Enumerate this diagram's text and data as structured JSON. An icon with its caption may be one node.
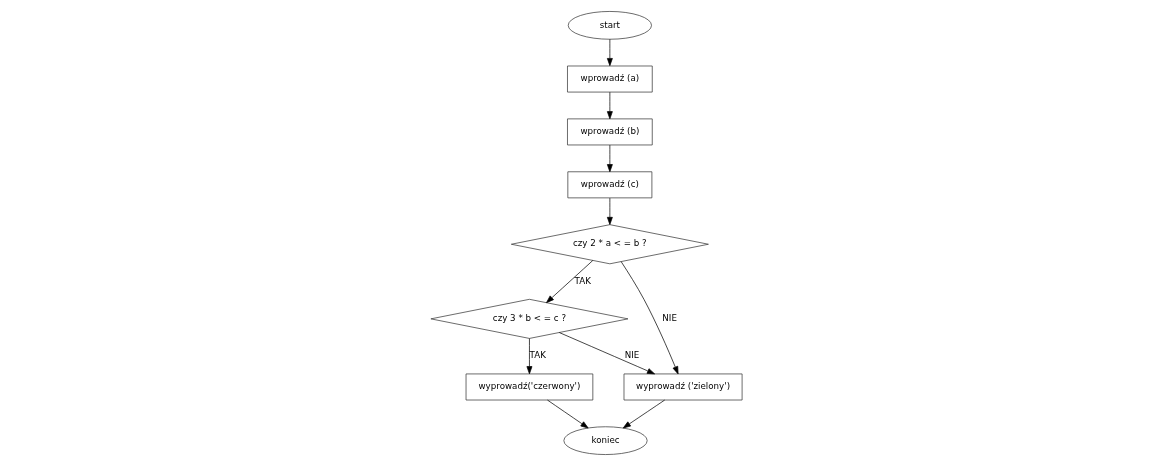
{
  "diagram": {
    "nodes": [
      {
        "text": [
          "start"
        ]
      },
      {
        "text": [
          "wprowadź (a)"
        ]
      },
      {
        "text": [
          "wprowadź (b)"
        ]
      },
      {
        "text": [
          "wprowadź (c)"
        ]
      },
      {
        "text": [
          "czy 2 * a < = b ?"
        ]
      },
      {
        "text": [
          "czy 3 * b < = c ?"
        ]
      },
      {
        "text": [
          "wyprowadź('czerwony')"
        ]
      },
      {
        "text": [
          "wyprowadź ('zielony')"
        ]
      },
      {
        "text": [
          "koniec"
        ]
      }
    ],
    "edges": [
      {
        "from": 0,
        "to": 1,
        "arrow": "to"
      },
      {
        "from": 1,
        "to": 2,
        "arrow": "to"
      },
      {
        "from": 2,
        "to": 3,
        "arrow": "to"
      },
      {
        "from": 3,
        "to": 4,
        "arrow": "to"
      },
      {
        "from": 4,
        "to": 5,
        "arrow": "to",
        "label": "TAK"
      },
      {
        "from": 4,
        "to": 7,
        "arrow": "to",
        "label": "NIE"
      },
      {
        "from": 5,
        "to": 6,
        "arrow": "to",
        "label": "TAK"
      },
      {
        "from": 5,
        "to": 7,
        "arrow": "to",
        "label": "NIE"
      },
      {
        "from": 6,
        "to": 8,
        "arrow": "to"
      },
      {
        "from": 7,
        "to": 8,
        "arrow": "to"
      }
    ]
  }
}
